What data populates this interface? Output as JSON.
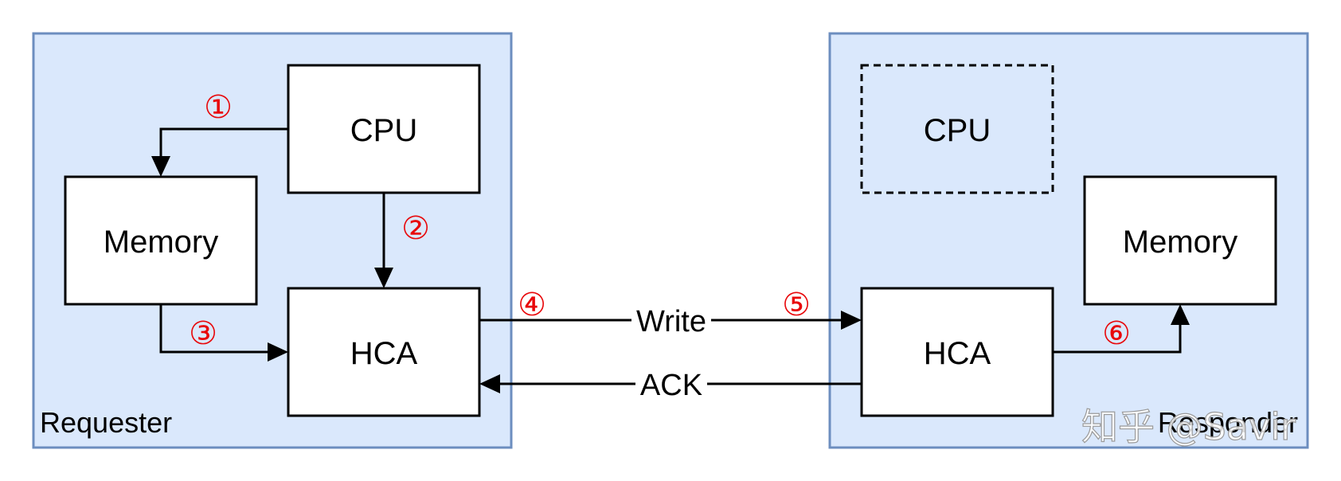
{
  "colors": {
    "container_fill": "#dae8fc",
    "container_stroke": "#6c8ebf",
    "box_fill": "#ffffff",
    "box_stroke": "#000000",
    "step_color": "#e8080b"
  },
  "requester": {
    "label": "Requester",
    "cpu_label": "CPU",
    "memory_label": "Memory",
    "hca_label": "HCA"
  },
  "responder": {
    "label": "Responder",
    "cpu_label": "CPU",
    "memory_label": "Memory",
    "hca_label": "HCA"
  },
  "links": {
    "write_label": "Write",
    "ack_label": "ACK"
  },
  "steps": {
    "step1": "①",
    "step2": "②",
    "step3": "③",
    "step4": "④",
    "step5": "⑤",
    "step6": "⑥"
  },
  "watermark": "知乎 @Savir"
}
